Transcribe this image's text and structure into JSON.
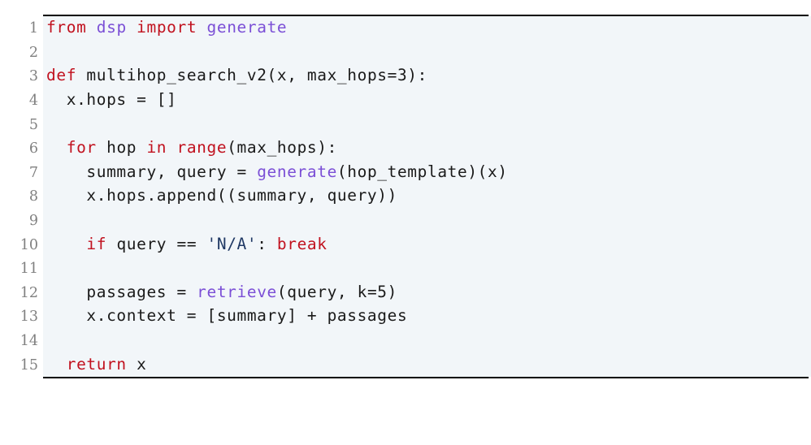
{
  "listing": {
    "language": "Python",
    "background_color": "#f2f6f9",
    "rule_color": "#000000",
    "gutter_color": "#808080",
    "colors": {
      "keyword": "#c1121f",
      "name": "#7b4fd6",
      "string": "#1f3864",
      "plain": "#1a1a1a"
    },
    "line_numbers": [
      "1",
      "2",
      "3",
      "4",
      "5",
      "6",
      "7",
      "8",
      "9",
      "10",
      "11",
      "12",
      "13",
      "14",
      "15"
    ],
    "lines": [
      {
        "number": "1",
        "text": "from dsp import generate",
        "tokens": [
          {
            "t": "from",
            "c": "kw"
          },
          {
            "t": " ",
            "c": "pl"
          },
          {
            "t": "dsp",
            "c": "nm"
          },
          {
            "t": " ",
            "c": "pl"
          },
          {
            "t": "import",
            "c": "kw"
          },
          {
            "t": " ",
            "c": "pl"
          },
          {
            "t": "generate",
            "c": "nm"
          }
        ]
      },
      {
        "number": "2",
        "text": "",
        "tokens": []
      },
      {
        "number": "3",
        "text": "def multihop_search_v2(x, max_hops=3):",
        "tokens": [
          {
            "t": "def",
            "c": "kw"
          },
          {
            "t": " multihop_search_v2(x, max_hops=3):",
            "c": "pl"
          }
        ]
      },
      {
        "number": "4",
        "text": "  x.hops = []",
        "tokens": [
          {
            "t": "  x.hops = []",
            "c": "pl"
          }
        ]
      },
      {
        "number": "5",
        "text": "",
        "tokens": []
      },
      {
        "number": "6",
        "text": "  for hop in range(max_hops):",
        "tokens": [
          {
            "t": "  ",
            "c": "pl"
          },
          {
            "t": "for",
            "c": "kw"
          },
          {
            "t": " hop ",
            "c": "pl"
          },
          {
            "t": "in",
            "c": "kw"
          },
          {
            "t": " ",
            "c": "pl"
          },
          {
            "t": "range",
            "c": "kw"
          },
          {
            "t": "(max_hops):",
            "c": "pl"
          }
        ]
      },
      {
        "number": "7",
        "text": "    summary, query = generate(hop_template)(x)",
        "tokens": [
          {
            "t": "    summary, query = ",
            "c": "pl"
          },
          {
            "t": "generate",
            "c": "nm"
          },
          {
            "t": "(hop_template)(x)",
            "c": "pl"
          }
        ]
      },
      {
        "number": "8",
        "text": "    x.hops.append((summary, query))",
        "tokens": [
          {
            "t": "    x.hops.append((summary, query))",
            "c": "pl"
          }
        ]
      },
      {
        "number": "9",
        "text": "",
        "tokens": []
      },
      {
        "number": "10",
        "text": "    if query == 'N/A': break",
        "tokens": [
          {
            "t": "    ",
            "c": "pl"
          },
          {
            "t": "if",
            "c": "kw"
          },
          {
            "t": " query == ",
            "c": "pl"
          },
          {
            "t": "'N/A'",
            "c": "str"
          },
          {
            "t": ": ",
            "c": "pl"
          },
          {
            "t": "break",
            "c": "kw"
          }
        ]
      },
      {
        "number": "11",
        "text": "",
        "tokens": []
      },
      {
        "number": "12",
        "text": "    passages = retrieve(query, k=5)",
        "tokens": [
          {
            "t": "    passages = ",
            "c": "pl"
          },
          {
            "t": "retrieve",
            "c": "nm"
          },
          {
            "t": "(query, k=5)",
            "c": "pl"
          }
        ]
      },
      {
        "number": "13",
        "text": "    x.context = [summary] + passages",
        "tokens": [
          {
            "t": "    x.context = [summary] + passages",
            "c": "pl"
          }
        ]
      },
      {
        "number": "14",
        "text": "",
        "tokens": []
      },
      {
        "number": "15",
        "text": "  return x",
        "tokens": [
          {
            "t": "  ",
            "c": "pl"
          },
          {
            "t": "return",
            "c": "kw"
          },
          {
            "t": " x",
            "c": "pl"
          }
        ]
      }
    ]
  }
}
